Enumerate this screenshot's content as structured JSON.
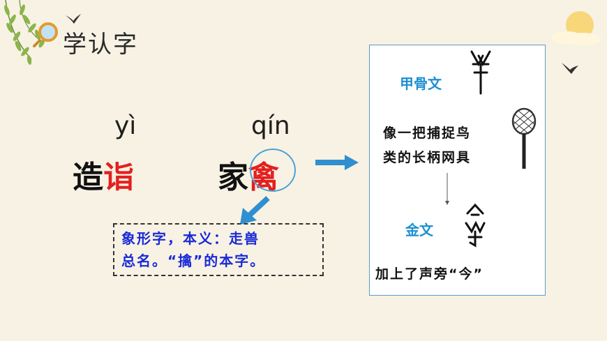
{
  "header": {
    "title": "学认字"
  },
  "words": [
    {
      "pinyin": "yì",
      "char1": "造",
      "char2": "诣"
    },
    {
      "pinyin": "qín",
      "char1": "家",
      "char2": "禽"
    }
  ],
  "meaning": {
    "line1": "象形字，本义：走兽",
    "line2": "总名。“擒”的本字。"
  },
  "evolution": {
    "oracle_label": "甲骨文",
    "desc_line1": "像一把捕捉鸟",
    "desc_line2": "类的长柄网具",
    "bronze_label": "金文",
    "bronze_desc": "加上了声旁“今”"
  },
  "colors": {
    "highlight": "#e41f1f",
    "accent_blue": "#1e8fd2",
    "meaning_text": "#1a2ad6",
    "background": "#f7f2e4"
  }
}
